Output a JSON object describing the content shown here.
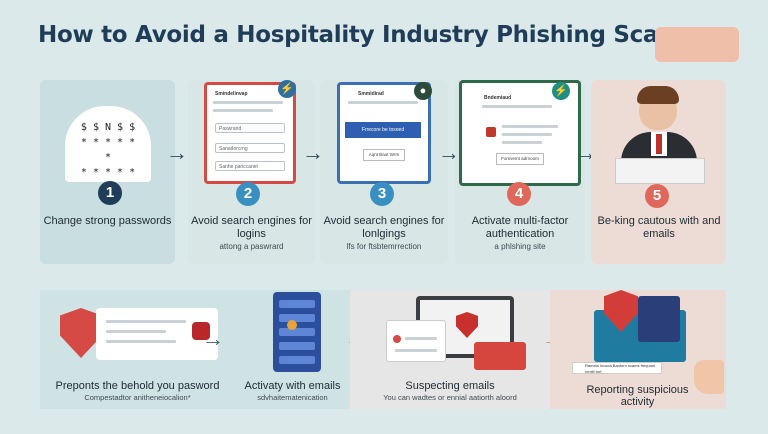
{
  "title": "How to Avoid a Hospitality Industry Phishing Scams",
  "steps": [
    {
      "num": "1",
      "caption": "Change strong passwords",
      "sub": "",
      "password_rows": [
        "$ $ N $ $",
        "* * * * * *",
        "* * * * * *"
      ]
    },
    {
      "num": "2",
      "caption": "Avoid search engines for logins",
      "sub": "attong a paswrard",
      "screen_title": "Smindelinvap",
      "fields": [
        "Paswrand",
        "Sanadorcrng",
        "Sanhe pariccanet"
      ]
    },
    {
      "num": "3",
      "caption": "Avoid search engines for lonlgings",
      "sub": "lfs for ftsbtemrrection",
      "screen_title": "Smmidirad",
      "button": "Frrecore be tosoed",
      "small_button": "Aqnt Baut Wrm"
    },
    {
      "num": "4",
      "caption": "Activate multi-factor authentication",
      "sub": "a phlshing site",
      "screen_title": "Bndemiaud",
      "button": "Fomvemt adrnoom"
    },
    {
      "num": "5",
      "caption": "Be-king cautous with and emails",
      "sub": ""
    }
  ],
  "bottom": [
    {
      "caption": "Preponts the behold you pasword",
      "sub": "Compestadtor anitheneiocalion*"
    },
    {
      "caption": "Activaty with emails",
      "sub": "sdvhaitematenication"
    },
    {
      "caption": "Suspecting emails",
      "sub": "You can wadtes or ennial aatiorth aloord"
    },
    {
      "caption": "Reporting suspicious activity",
      "sub": "",
      "note": "Ramela Inosca Bantorn scams frequnnt crmitl tnrt"
    }
  ],
  "colors": {
    "title": "#1f3d58",
    "red": "#d64a46",
    "blue": "#3a6fb5",
    "green": "#2e6a48",
    "salmon": "#e0685a"
  }
}
